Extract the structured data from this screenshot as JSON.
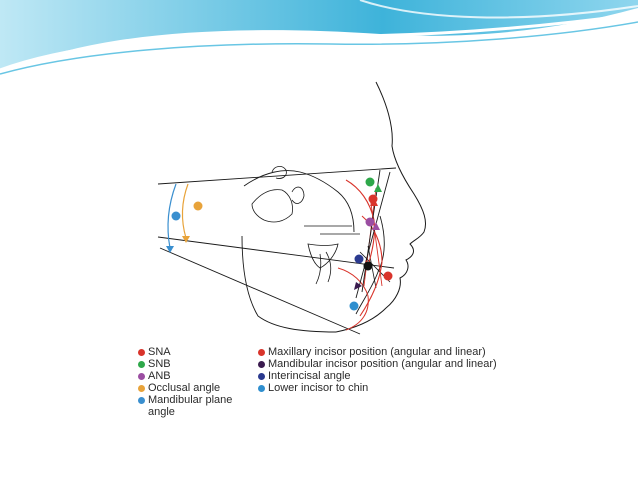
{
  "legend": {
    "left": [
      {
        "label": "SNA",
        "color": "#d9342b"
      },
      {
        "label": "SNB",
        "color": "#2ea84a"
      },
      {
        "label": "ANB",
        "color": "#9b4ea2"
      },
      {
        "label": "Occlusal angle",
        "color": "#e8a33a"
      },
      {
        "label": "Mandibular plane angle",
        "color": "#3a8fcf"
      }
    ],
    "right": [
      {
        "label": "Maxillary incisor position (angular and linear)",
        "color": "#d9342b"
      },
      {
        "label": "Mandibular incisor position (angular and linear)",
        "color": "#3b1b4f"
      },
      {
        "label": "Interincisal angle",
        "color": "#2b3a8f"
      },
      {
        "label": "Lower incisor to chin",
        "color": "#2f8fcf"
      }
    ]
  },
  "colors": {
    "line": "#1a1a1a",
    "red_trace": "#d9342b",
    "banner_dark": "#2fa7cf",
    "banner_light": "#a9dff0"
  }
}
